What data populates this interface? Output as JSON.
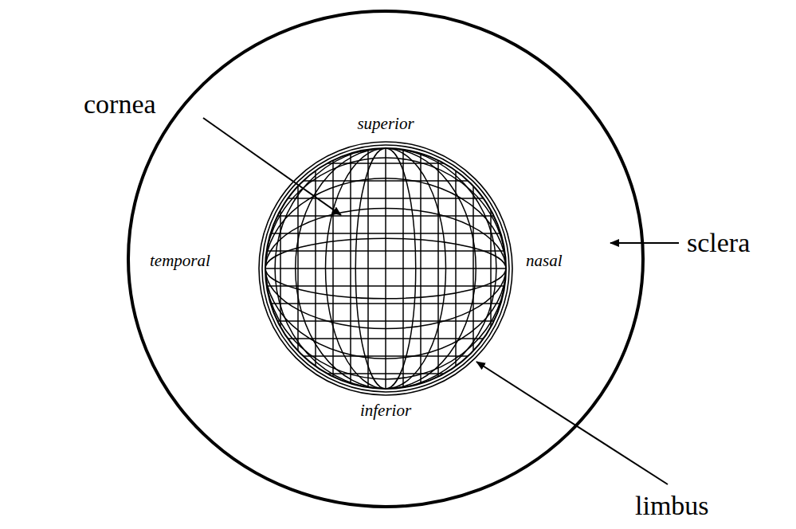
{
  "diagram": {
    "labels": [
      "cornea",
      "superior",
      "temporal",
      "nasal",
      "inferior",
      "sclera",
      "limbus"
    ]
  }
}
